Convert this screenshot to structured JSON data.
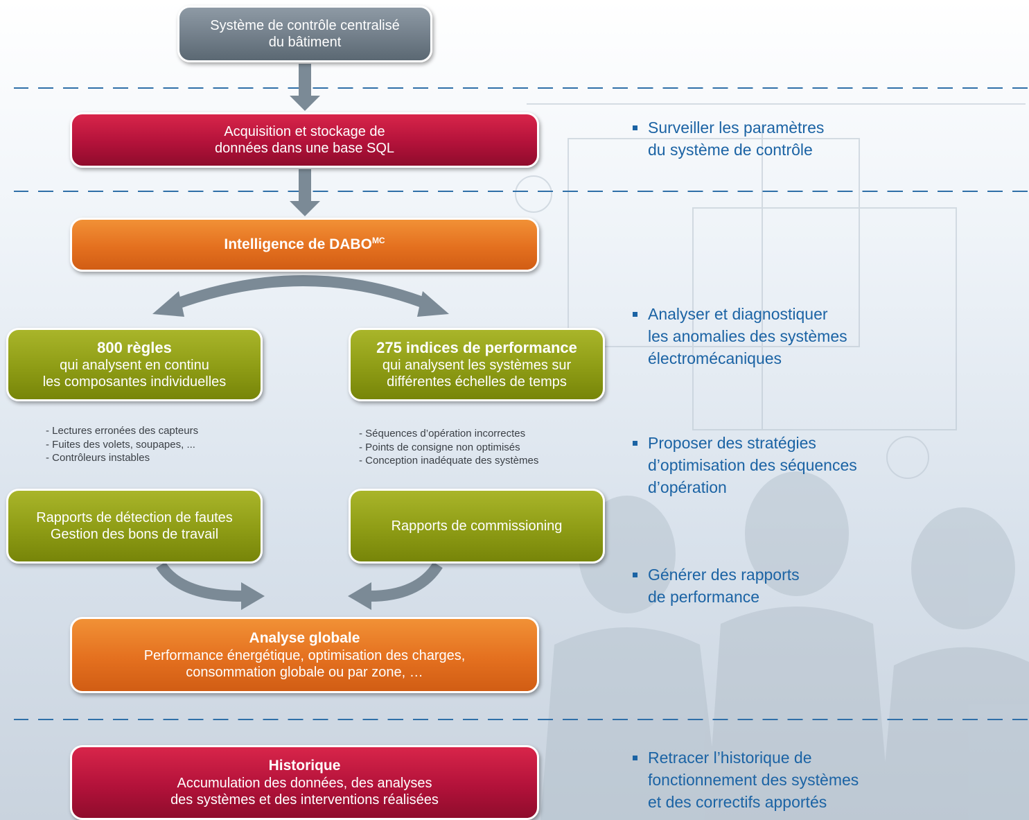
{
  "colors": {
    "gray": "#6d7a85",
    "red": "#b3123a",
    "orange": "#e4701f",
    "green": "#8e9c15",
    "blue": "#1b63a4",
    "arrow": "#7b8a96"
  },
  "nodes": {
    "control": {
      "l1": "Système de contrôle centralisé",
      "l2": "du bâtiment"
    },
    "acquisition": {
      "l1": "Acquisition et stockage de",
      "l2": "données dans une base SQL"
    },
    "intelligence": {
      "title": "Intelligence de DABO",
      "sup": "MC"
    },
    "rules": {
      "title": "800 règles",
      "l1": "qui analysent  en continu",
      "l2": "les composantes individuelles"
    },
    "indices": {
      "title": "275 indices de performance",
      "l1": "qui analysent les systèmes sur",
      "l2": "différentes échelles de temps"
    },
    "fault_reports": {
      "l1": "Rapports de détection de fautes",
      "l2": "Gestion des bons de travail"
    },
    "commissioning": {
      "l1": "Rapports de commissioning"
    },
    "global": {
      "title": "Analyse globale",
      "l1": "Performance énergétique, optimisation des charges,",
      "l2": "consommation globale ou par zone, …"
    },
    "history": {
      "title": "Historique",
      "l1": "Accumulation des données, des analyses",
      "l2": "des systèmes et des interventions réalisées"
    }
  },
  "lists": {
    "left": [
      "- Lectures erronées des capteurs",
      "- Fuites des volets, soupapes, ...",
      "- Contrôleurs instables"
    ],
    "right": [
      "- Séquences d’opération incorrectes",
      "- Points de consigne non optimisés",
      "- Conception inadéquate des systèmes"
    ]
  },
  "bullets": [
    [
      "Surveiller les paramètres",
      "du système de contrôle"
    ],
    [
      "Analyser et diagnostiquer",
      "les anomalies des systèmes",
      "électromécaniques"
    ],
    [
      "Proposer des stratégies",
      "d’optimisation des séquences",
      "d’opération"
    ],
    [
      "Générer des rapports",
      "de performance"
    ],
    [
      "Retracer l’historique de",
      "fonctionnement des systèmes",
      "et des correctifs apportés"
    ]
  ]
}
